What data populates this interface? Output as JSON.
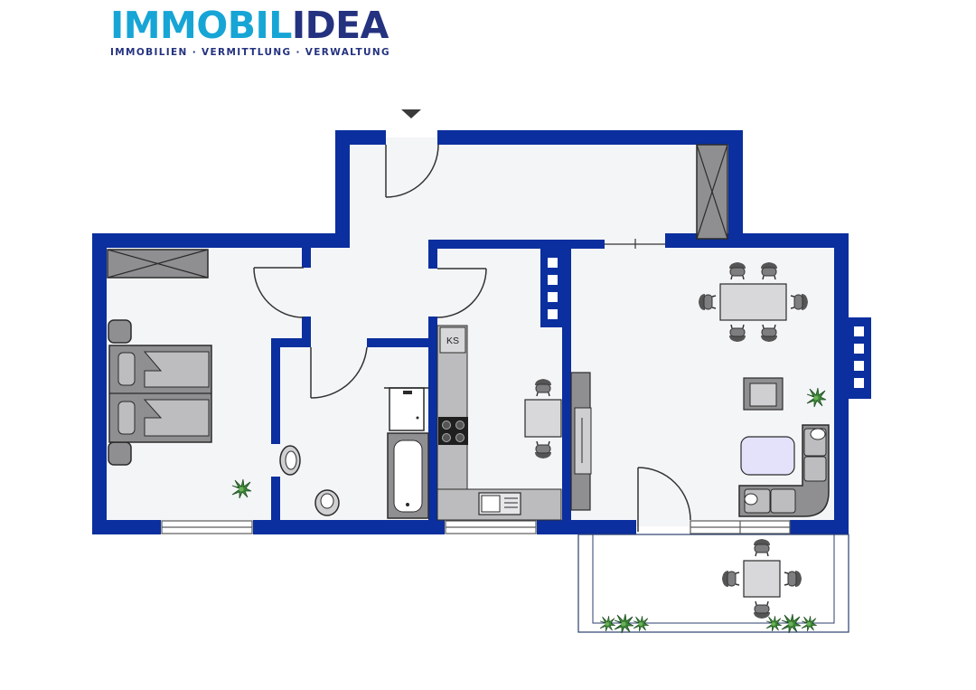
{
  "logo": {
    "name_part1": "IMMOBIL",
    "name_part2": "IDEA",
    "tagline": "IMMOBILIEN · VERMITTLUNG · VERWALTUNG",
    "color_primary": "#17a5d6",
    "color_secondary": "#24327f"
  },
  "plan": {
    "wall_color": "#0b2f9e",
    "floor_color": "#f4f5f7",
    "furniture_color": "#8f8f92",
    "labels": {
      "kitchen_cabinet": "KS"
    },
    "icons": [
      "entrance-arrow-icon",
      "door-swing-icon",
      "window-icon",
      "bed-icon",
      "wardrobe-icon",
      "toilet-icon",
      "sink-icon",
      "shower-icon",
      "bathtub-icon",
      "stove-icon",
      "kitchen-sink-icon",
      "chair-icon",
      "table-icon",
      "sofa-icon",
      "armchair-icon",
      "plant-icon",
      "radiator-icon"
    ]
  }
}
